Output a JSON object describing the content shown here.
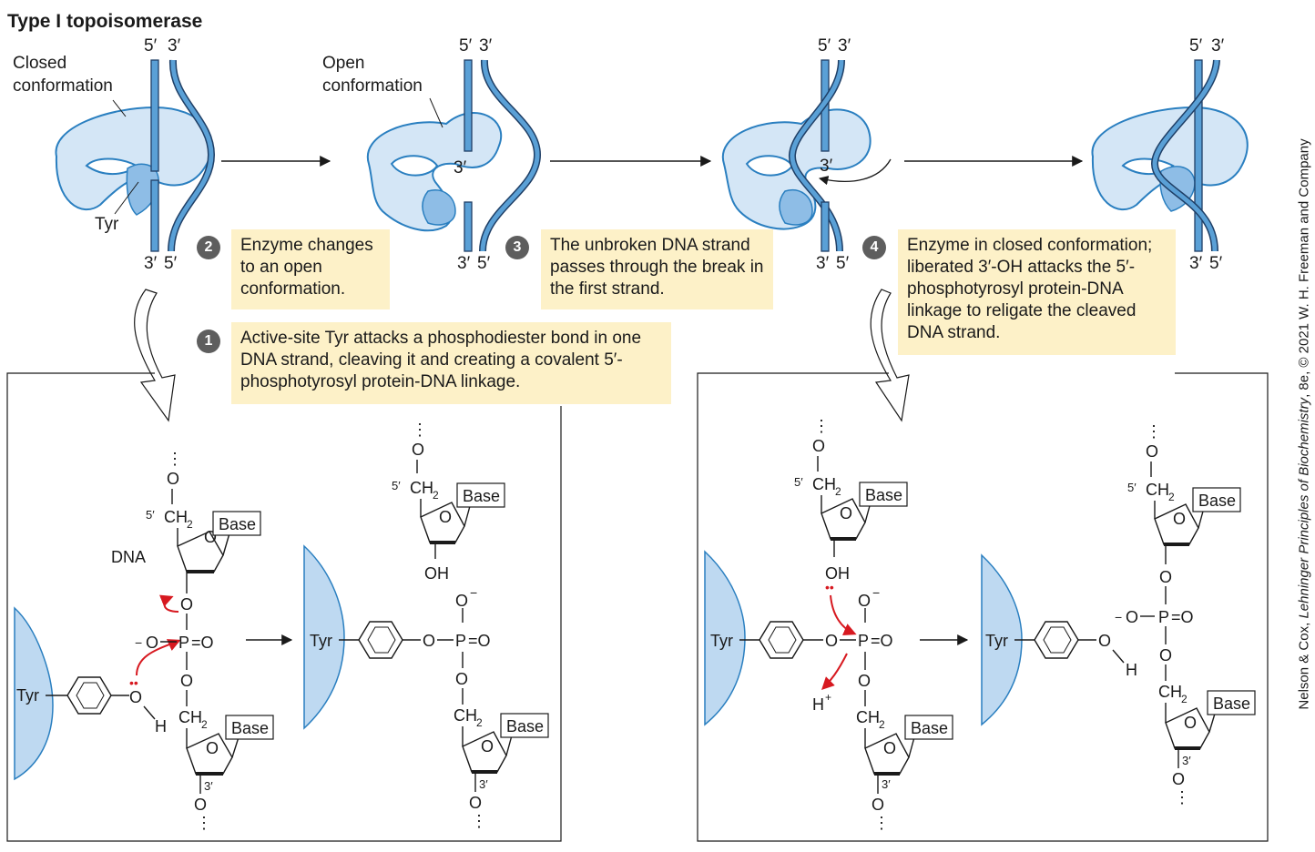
{
  "title": "Type I topoisomerase",
  "credit": {
    "authors": "Nelson & Cox,",
    "book": "Lehninger Principles of Biochemistry",
    "rest": ", 8e, © 2021 W. H. Freeman and Company"
  },
  "labels": {
    "closed_conformation": [
      "Closed",
      "conformation"
    ],
    "open_conformation": [
      "Open",
      "conformation"
    ],
    "tyr": "Tyr",
    "end5": "5′",
    "end3": "3′",
    "dna": "DNA",
    "base": "Base",
    "five_prime_ch2": "5′",
    "ch2": "CH",
    "sub2": "2",
    "oxygen": "O",
    "phosphorus": "P",
    "hydrogen": "H",
    "oh": "OH",
    "o_minus": "O",
    "minus": "−",
    "proton": "H",
    "plus": "+",
    "dots": "⋮",
    "lone_pair": "••",
    "eq_o": "=O",
    "three_prime": "3′"
  },
  "steps": [
    {
      "num": "1",
      "text": "Active-site Tyr attacks a phosphodiester bond in one DNA strand, cleaving it and creating a covalent 5′-phosphotyrosyl protein-DNA linkage."
    },
    {
      "num": "2",
      "text": "Enzyme changes to an open conformation."
    },
    {
      "num": "3",
      "text": "The unbroken DNA strand passes through the break in the first strand."
    },
    {
      "num": "4",
      "text": "Enzyme in closed conformation; liberated 3′-OH attacks the 5′-phosphotyrosyl protein-DNA linkage to religate the cleaved DNA strand."
    }
  ],
  "colors": {
    "enzyme_fill": "#d4e6f6",
    "enzyme_stroke": "#2a7fc0",
    "dna": "#5aa0d6",
    "active_site": "#8ebde6",
    "note_bg": "#fdf1c8",
    "arrow_red": "#d71920",
    "tyr_blue": "#bed9f1"
  }
}
